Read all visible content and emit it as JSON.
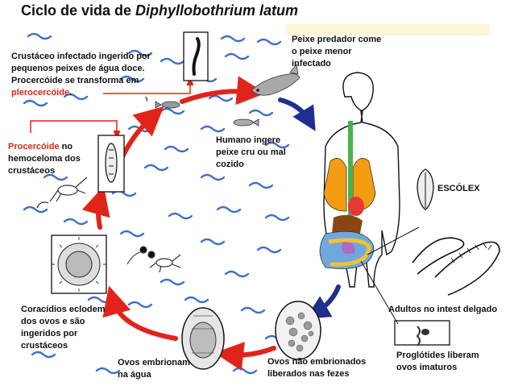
{
  "title": {
    "prefix": "Ciclo de vida de ",
    "species": "Diphyllobothrium latum"
  },
  "labels": {
    "crustaceo_l1": "Crustáceo infectado ingerido por",
    "crustaceo_l2": "pequenos peixes de água doce.",
    "crustaceo_l3": "Procercóide se transforma em",
    "crustaceo_l4": "plerocercóide",
    "crustaceo_l4_end": ".",
    "peixe_l1": "Peixe predador come",
    "peixe_l2": "o peixe menor",
    "peixe_l3": "infectado",
    "procercoide_l1a": "Procercóide",
    "procercoide_l1b": " no",
    "procercoide_l2": "hemoceloma dos",
    "procercoide_l3": "crustáceos",
    "humano_l1": "Humano ingere",
    "humano_l2": "peixe cru ou mal",
    "humano_l3": "cozido",
    "escolex": "ESCÓLEX",
    "coracidios_l1": "Coracídios eclodem",
    "coracidios_l2": "dos ovos e são",
    "coracidios_l3": "ingeridos por",
    "coracidios_l4": "crustáceos",
    "adultos": "Adultos no intest delgado",
    "proglotides_l1": "Proglótides liberam",
    "proglotides_l2": "ovos imaturos",
    "ovos_emb_l1": "Ovos embrionam",
    "ovos_emb_l2": "na água",
    "ovos_nao_l1": "Ovos não embrionados",
    "ovos_nao_l2": "liberados nas fezes"
  },
  "colors": {
    "cycle_arrow": "#e2231a",
    "human_arrow": "#1f2f8f",
    "water": "#3d6ec9",
    "highlight_text": "#e2231a",
    "liver": "#8b4513",
    "lungs": "#f39c12",
    "intestine": "#6fa8dc",
    "large_intestine": "#f1c232"
  },
  "icons": [
    "tapeworm-scolex-icon",
    "fish-icon",
    "egg-icon",
    "crustacean-icon",
    "human-anatomy-icon"
  ]
}
